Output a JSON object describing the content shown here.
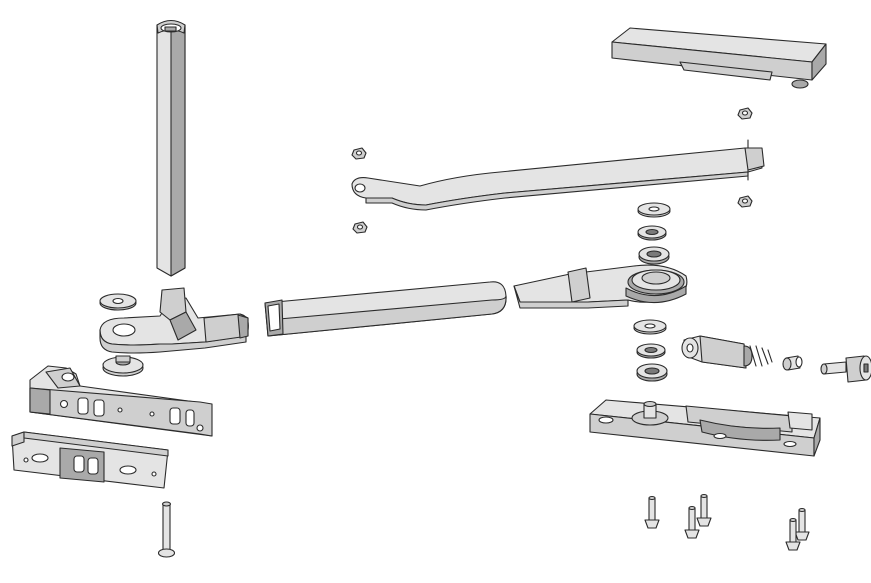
{
  "figure": {
    "type": "exploded-view-diagram",
    "background": "#ffffff",
    "line_color": "#2b2b2b",
    "part_fill": "#e4e4e4",
    "part_shade": "#a9a9a9"
  },
  "parts": [
    "vertical-tube",
    "cover-cap",
    "lever-arm",
    "connecting-tube",
    "left-pivot-fitting",
    "left-washer-top",
    "left-washer-bottom",
    "left-top-bracket",
    "left-bottom-plate",
    "left-pin",
    "right-lever-body",
    "bearing-stack-upper",
    "bearing-stack-lower",
    "spring-piston",
    "small-bushing",
    "hex-screw",
    "right-base-plate",
    "nuts-on-arm",
    "rivet-group"
  ]
}
